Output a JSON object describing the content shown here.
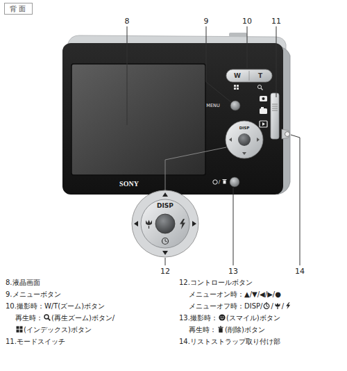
{
  "diagram": {
    "nodes": [
      {
        "text": [
          "背 面"
        ]
      }
    ],
    "labels": [
      "8",
      "9",
      "10",
      "11",
      "SONY",
      "MENU",
      "W",
      "T",
      "DISP",
      "/",
      "DISP",
      "12",
      "13",
      "14",
      "8.液晶画面",
      "9.メニューボタン",
      "10.撮影時：W/T(ズーム)ボタン",
      "再生時：",
      "(再生ズーム)ボタン/",
      "(インデックス)ボタン",
      "11.モードスイッチ",
      "12.コントロールボタン",
      "メニューオン時：▲/▼/◀/▶/●",
      "メニューオフ時：DISP/",
      "/",
      "/",
      "13.撮影時：",
      "(スマイル)ボタン",
      "再生時：",
      "(削除)ボタン",
      "14.リストストラップ取り付け部"
    ]
  }
}
